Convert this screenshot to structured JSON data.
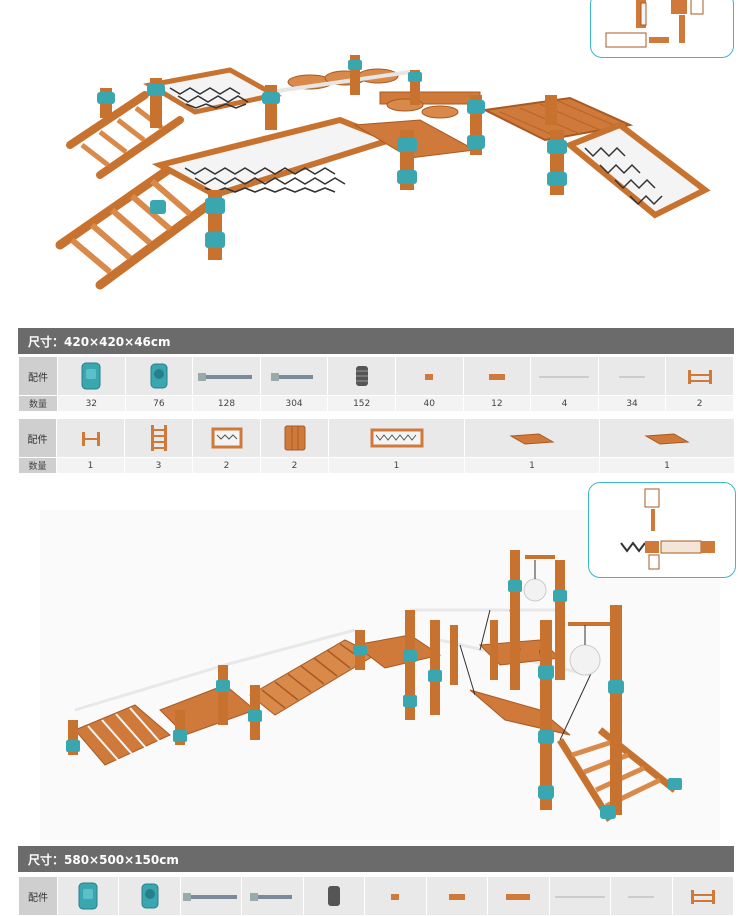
{
  "product1": {
    "size_label": "尺寸：420×420×46cm",
    "parts_label": "配件",
    "qty_label": "数量",
    "row1": [
      {
        "icon": "teal-connector-block-icon",
        "qty": "32"
      },
      {
        "icon": "teal-connector-elbow-icon",
        "qty": "76"
      },
      {
        "icon": "long-bolt-icon",
        "qty": "128"
      },
      {
        "icon": "short-bolt-icon",
        "qty": "304"
      },
      {
        "icon": "spring-nut-icon",
        "qty": "152"
      },
      {
        "icon": "small-wood-block-icon",
        "qty": "40"
      },
      {
        "icon": "wood-plank-piece-icon",
        "qty": "12"
      },
      {
        "icon": "long-rope-bar-icon",
        "qty": "4"
      },
      {
        "icon": "short-rope-bar-icon",
        "qty": "34"
      },
      {
        "icon": "wood-frame-icon",
        "qty": "2"
      }
    ],
    "row2": [
      {
        "icon": "small-frame-icon",
        "qty": "1"
      },
      {
        "icon": "ladder-icon",
        "qty": "3"
      },
      {
        "icon": "net-panel-icon",
        "qty": "2"
      },
      {
        "icon": "wood-platform-icon",
        "qty": "2"
      },
      {
        "icon": "net-bridge-icon",
        "qty": "1"
      },
      {
        "icon": "stepping-bridge-icon",
        "qty": "1"
      },
      {
        "icon": "angled-bridge-icon",
        "qty": "1"
      }
    ]
  },
  "product2": {
    "size_label": "尺寸：580×500×150cm",
    "parts_label": "配件"
  },
  "colors": {
    "wood": "#cf7a3a",
    "wood_dark": "#a85a22",
    "connector": "#3aa6b0",
    "bar": "#6b6b6b",
    "thumb_border": "#3bb8c8"
  }
}
